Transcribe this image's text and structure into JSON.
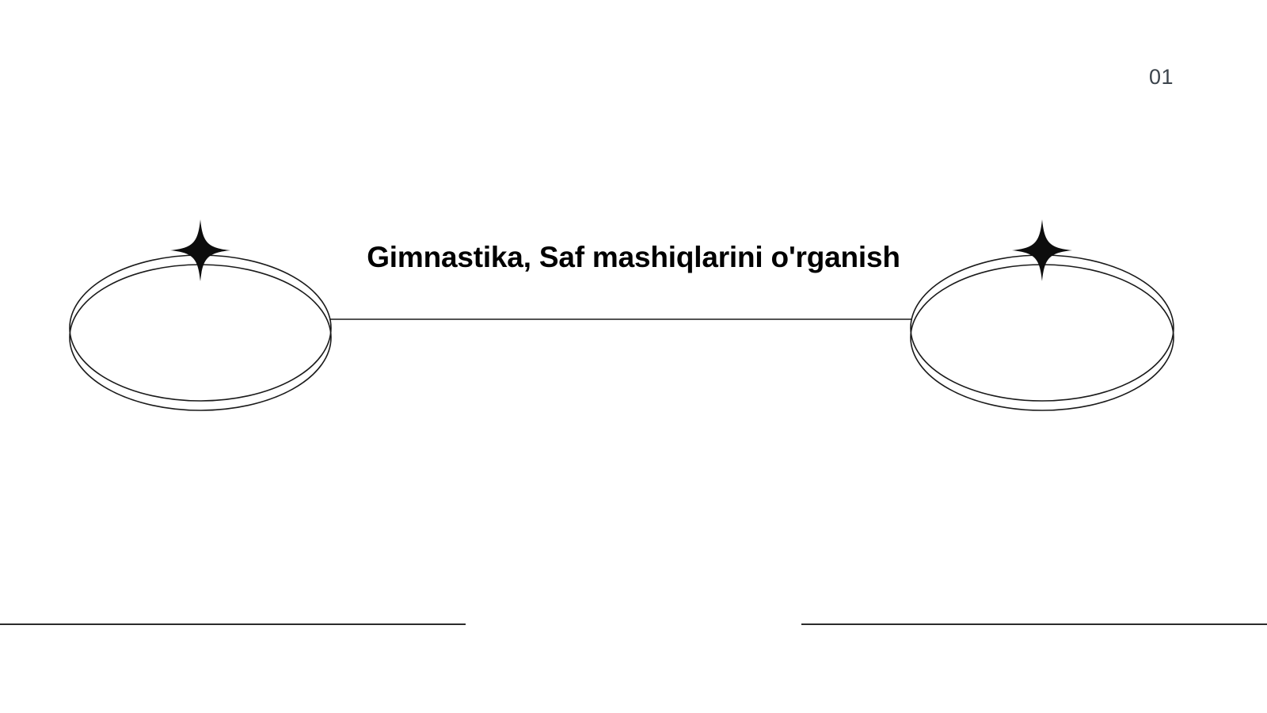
{
  "slide": {
    "page_number": "01",
    "title": "Gimnastika, Saf mashiqlarini o'rganish",
    "background_color": "#ffffff",
    "title_color": "#000000",
    "page_number_color": "#3c444c",
    "line_color": "#1a1a1a",
    "rule_color": "#2b2b2b"
  },
  "decorations": {
    "left_ring": {
      "name": "ring-ellipse-left",
      "sparkle": "sparkle-star-left"
    },
    "right_ring": {
      "name": "ring-ellipse-right",
      "sparkle": "sparkle-star-right"
    },
    "connector": {
      "name": "horizontal-connector-line"
    },
    "bottom_rules": [
      {
        "name": "bottom-rule-left"
      },
      {
        "name": "bottom-rule-right"
      }
    ]
  }
}
